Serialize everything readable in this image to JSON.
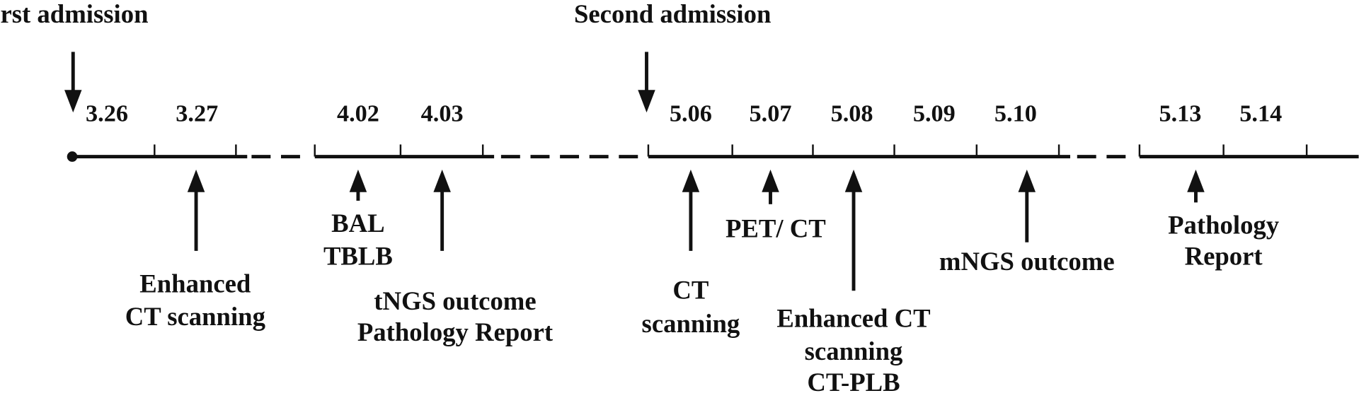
{
  "admissions": {
    "first": "rst admission",
    "second": "Second admission"
  },
  "dates": [
    "3.26",
    "3.27",
    "4.02",
    "4.03",
    "5.06",
    "5.07",
    "5.08",
    "5.09",
    "5.10",
    "5.13",
    "5.14"
  ],
  "events": {
    "enhanced_ct_1": [
      "Enhanced",
      "CT scanning"
    ],
    "bal_tblb": [
      "BAL",
      "TBLB"
    ],
    "tngs_pathology": [
      "tNGS outcome",
      "Pathology Report"
    ],
    "ct_scanning": [
      "CT",
      "scanning"
    ],
    "pet_ct": [
      "PET/ CT"
    ],
    "enhanced_ct_plb": [
      "Enhanced CT",
      "scanning",
      "CT-PLB"
    ],
    "mngs": [
      "mNGS outcome"
    ],
    "pathology_report": [
      "Pathology",
      "Report"
    ]
  }
}
